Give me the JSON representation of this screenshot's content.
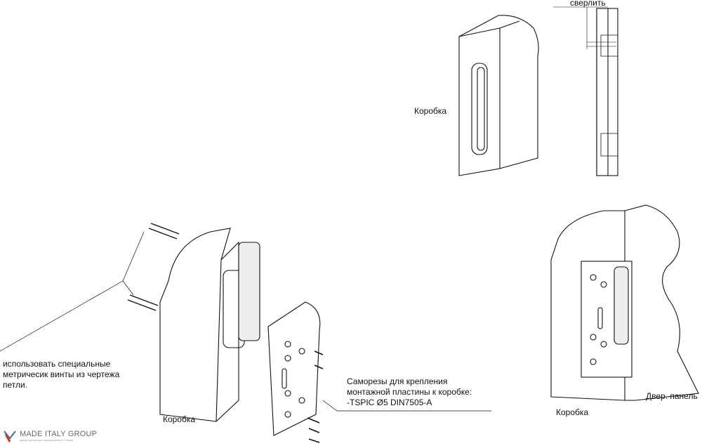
{
  "labels": {
    "drill": "сверлить",
    "frame_top": "Коробка",
    "frame_left": "Коробка",
    "frame_right": "Коробка",
    "door_panel": "Двер. панель",
    "screws_note": [
      "Саморезы для крепления",
      "монтажной пластины к коробке:",
      "-TSPIC Ø5 DIN7505-A"
    ],
    "metric_note": [
      "использовать специальные",
      "метричесик винты из чертежа",
      "петли."
    ]
  },
  "logo": {
    "name": "MADE ITALY GROUP",
    "tagline": "двери фурнитура производство в России"
  }
}
